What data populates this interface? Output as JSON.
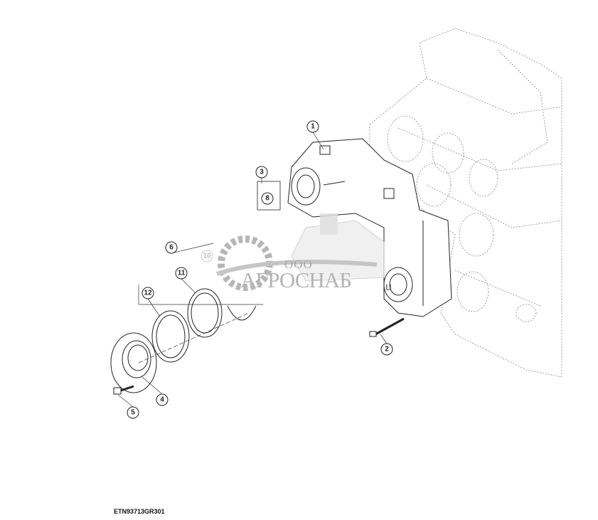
{
  "figure_id": "ETN93713GR301",
  "callouts": [
    {
      "label": "1",
      "faded": false
    },
    {
      "label": "2",
      "faded": false
    },
    {
      "label": "3",
      "faded": false
    },
    {
      "label": "4",
      "faded": false
    },
    {
      "label": "5",
      "faded": false
    },
    {
      "label": "6",
      "faded": false
    },
    {
      "label": "8",
      "faded": false
    },
    {
      "label": "10",
      "faded": true
    },
    {
      "label": "11",
      "faded": false
    },
    {
      "label": "12",
      "faded": false
    }
  ],
  "watermark": {
    "prefix": "ООО",
    "name": "АГРОСНАБ",
    "tail": "u"
  },
  "colors": {
    "line": "#222222",
    "ghost": "#9a9a9a",
    "watermark": "#a8a8a8"
  }
}
